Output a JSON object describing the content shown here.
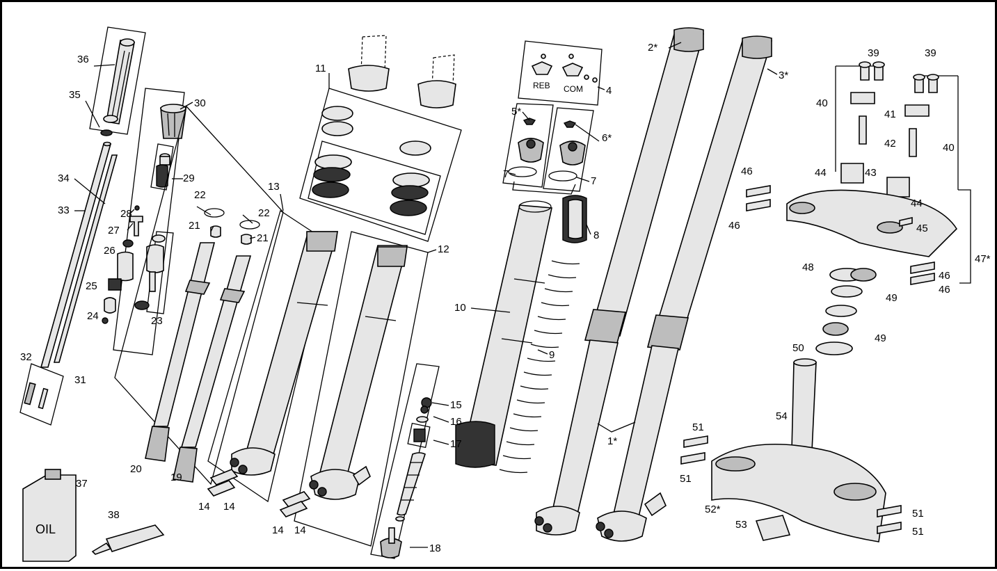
{
  "parts": {
    "p1": "1*",
    "p2": "2*",
    "p3": "3*",
    "p4": "4",
    "p5": "5*",
    "p6": "6*",
    "p7a": "7",
    "p7b": "7",
    "p8": "8",
    "p9": "9",
    "p10": "10",
    "p11": "11",
    "p12": "12",
    "p13": "13",
    "p14a": "14",
    "p14b": "14",
    "p14c": "14",
    "p14d": "14",
    "p15": "15",
    "p16": "16",
    "p17": "17",
    "p18": "18",
    "p19": "19",
    "p20": "20",
    "p21a": "21",
    "p21b": "21",
    "p22a": "22",
    "p22b": "22",
    "p23": "23",
    "p24": "24",
    "p25": "25",
    "p26": "26",
    "p27": "27",
    "p28": "28",
    "p29": "29",
    "p30": "30",
    "p31": "31",
    "p32": "32",
    "p33": "33",
    "p34": "34",
    "p35": "35",
    "p36": "36",
    "p37": "37",
    "p38": "38",
    "p39a": "39",
    "p39b": "39",
    "p40a": "40",
    "p40b": "40",
    "p41": "41",
    "p42": "42",
    "p43": "43",
    "p44a": "44",
    "p44b": "44",
    "p45": "45",
    "p46a": "46",
    "p46b": "46",
    "p46c": "46",
    "p46d": "46",
    "p47": "47*",
    "p48": "48",
    "p49a": "49",
    "p49b": "49",
    "p50": "50",
    "p51a": "51",
    "p51b": "51",
    "p51c": "51",
    "p51d": "51",
    "p52": "52*",
    "p53": "53",
    "p54": "54"
  },
  "texts": {
    "reb": "REB",
    "com": "COM",
    "oil": "OIL"
  }
}
